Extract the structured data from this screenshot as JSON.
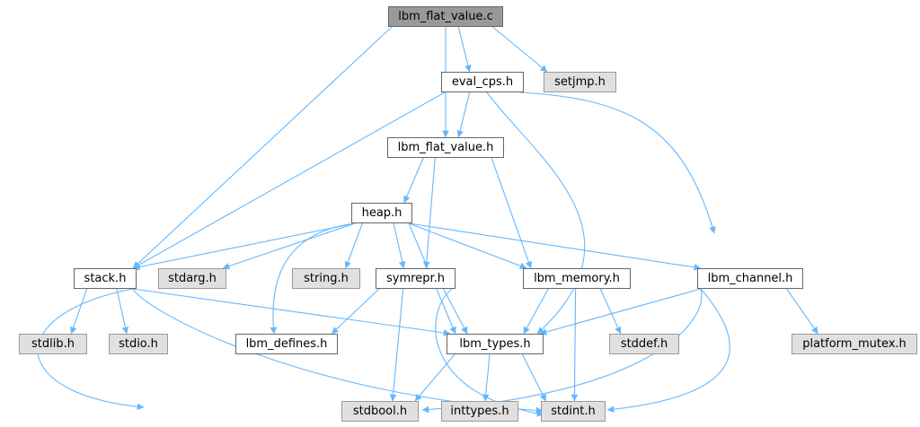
{
  "colors": {
    "edge": "#63b8ff",
    "root_fill": "#999999",
    "file_fill": "#ffffff",
    "system_fill": "#e0e0e0",
    "file_border": "#666666",
    "system_border": "#999999"
  },
  "nodes": {
    "lbm_flat_value_c": "lbm_flat_value.c",
    "eval_cps_h": "eval_cps.h",
    "setjmp_h": "setjmp.h",
    "lbm_flat_value_h": "lbm_flat_value.h",
    "heap_h": "heap.h",
    "stack_h": "stack.h",
    "stdarg_h": "stdarg.h",
    "string_h": "string.h",
    "symrepr_h": "symrepr.h",
    "lbm_memory_h": "lbm_memory.h",
    "lbm_channel_h": "lbm_channel.h",
    "stdlib_h": "stdlib.h",
    "stdio_h": "stdio.h",
    "lbm_defines_h": "lbm_defines.h",
    "lbm_types_h": "lbm_types.h",
    "stddef_h": "stddef.h",
    "platform_mutex_h": "platform_mutex.h",
    "stdbool_h": "stdbool.h",
    "inttypes_h": "inttypes.h",
    "stdint_h": "stdint.h"
  },
  "edges": [
    [
      "lbm_flat_value_c",
      "eval_cps_h"
    ],
    [
      "lbm_flat_value_c",
      "setjmp_h"
    ],
    [
      "lbm_flat_value_c",
      "lbm_flat_value_h"
    ],
    [
      "lbm_flat_value_c",
      "stack_h"
    ],
    [
      "eval_cps_h",
      "lbm_flat_value_h"
    ],
    [
      "eval_cps_h",
      "stack_h"
    ],
    [
      "eval_cps_h",
      "lbm_channel_h"
    ],
    [
      "eval_cps_h",
      "lbm_types_h"
    ],
    [
      "lbm_flat_value_h",
      "heap_h"
    ],
    [
      "lbm_flat_value_h",
      "symrepr_h"
    ],
    [
      "lbm_flat_value_h",
      "lbm_memory_h"
    ],
    [
      "heap_h",
      "stack_h"
    ],
    [
      "heap_h",
      "stdarg_h"
    ],
    [
      "heap_h",
      "string_h"
    ],
    [
      "heap_h",
      "symrepr_h"
    ],
    [
      "heap_h",
      "lbm_memory_h"
    ],
    [
      "heap_h",
      "lbm_channel_h"
    ],
    [
      "heap_h",
      "lbm_defines_h"
    ],
    [
      "heap_h",
      "lbm_types_h"
    ],
    [
      "stack_h",
      "stdlib_h"
    ],
    [
      "stack_h",
      "stdio_h"
    ],
    [
      "stack_h",
      "lbm_types_h"
    ],
    [
      "stack_h",
      "stdbool_h"
    ],
    [
      "stack_h",
      "stdint_h"
    ],
    [
      "symrepr_h",
      "lbm_defines_h"
    ],
    [
      "symrepr_h",
      "lbm_types_h"
    ],
    [
      "symrepr_h",
      "stdbool_h"
    ],
    [
      "symrepr_h",
      "stdint_h"
    ],
    [
      "lbm_memory_h",
      "lbm_types_h"
    ],
    [
      "lbm_memory_h",
      "stddef_h"
    ],
    [
      "lbm_memory_h",
      "stdint_h"
    ],
    [
      "lbm_channel_h",
      "lbm_types_h"
    ],
    [
      "lbm_channel_h",
      "platform_mutex_h"
    ],
    [
      "lbm_channel_h",
      "stdbool_h"
    ],
    [
      "lbm_channel_h",
      "stdint_h"
    ],
    [
      "lbm_types_h",
      "stdbool_h"
    ],
    [
      "lbm_types_h",
      "inttypes_h"
    ],
    [
      "lbm_types_h",
      "stdint_h"
    ]
  ]
}
